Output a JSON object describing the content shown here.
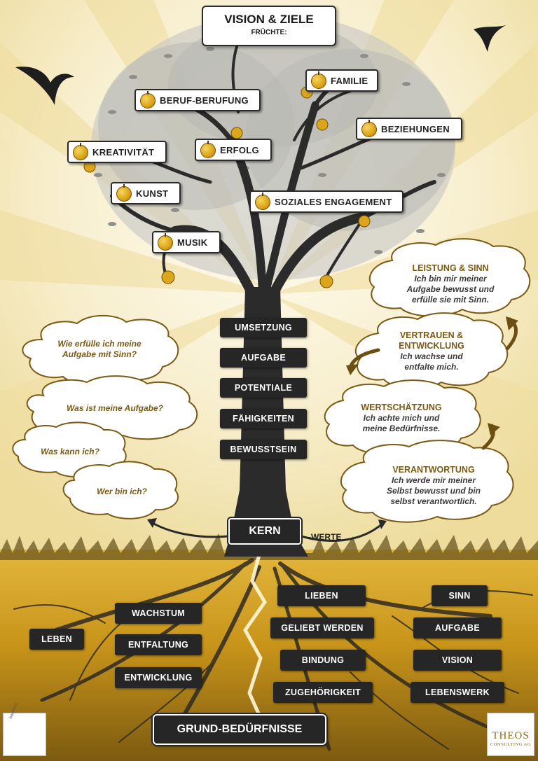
{
  "title": {
    "main": "VISION & ZIELE",
    "sub": "FRÜCHTE:"
  },
  "fruits": {
    "familie": "FAMILIE",
    "beruf": "BERUF-BERUFUNG",
    "beziehungen": "BEZIEHUNGEN",
    "kreativitaet": "KREATIVITÄT",
    "erfolg": "ERFOLG",
    "kunst": "KUNST",
    "soziales": "SOZIALES ENGAGEMENT",
    "musik": "MUSIK"
  },
  "trunk": {
    "umsetzung": "UMSETZUNG",
    "aufgabe": "AUFGABE",
    "potentiale": "POTENTIALE",
    "faehigkeiten": "FÄHIGKEITEN",
    "bewusstsein": "BEWUSSTSEIN"
  },
  "questions": {
    "q1_line1": "Wie erfülle ich meine",
    "q1_line2": "Aufgabe mit Sinn?",
    "q2": "Was ist meine Aufgabe?",
    "q3": "Was kann ich?",
    "q4": "Wer bin ich?"
  },
  "values": {
    "leistung": {
      "title": "LEISTUNG & SINN",
      "l1": "Ich bin mir meiner",
      "l2": "Aufgabe bewusst und",
      "l3": "erfülle sie mit Sinn."
    },
    "vertrauen": {
      "t1": "VERTRAUEN &",
      "t2": "ENTWICKLUNG",
      "l1": "Ich wachse und",
      "l2": "entfalte mich."
    },
    "wertschaetzung": {
      "title": "WERTSCHÄTZUNG",
      "l1": "Ich achte mich und",
      "l2": "meine Bedürfnisse."
    },
    "verantwortung": {
      "title": "VERANTWORTUNG",
      "l1": "Ich werde mir meiner",
      "l2": "Selbst bewusst und bin",
      "l3": "selbst verantwortlich."
    }
  },
  "core": {
    "kern": "KERN",
    "werte": "-WERTE"
  },
  "roots": {
    "leben": "LEBEN",
    "wachstum": "WACHSTUM",
    "entfaltung": "ENTFALTUNG",
    "entwicklung": "ENTWICKLUNG",
    "lieben": "LIEBEN",
    "geliebt": "GELIEBT WERDEN",
    "bindung": "BINDUNG",
    "zugehoerigkeit": "ZUGEHÖRIGKEIT",
    "sinn": "SINN",
    "aufgabe": "AUFGABE",
    "vision": "VISION",
    "lebenswerk": "LEBENSWERK"
  },
  "grund": "GRUND-BEDÜRFNISSE",
  "logos": {
    "left_text": "business",
    "right_name": "THEOS",
    "right_sub": "CONSULTING AG"
  },
  "colors": {
    "gold": "#d8a41e",
    "dark_label": "#262626",
    "cloud_outline": "#7a5a14",
    "leaf": "#9a9a9a"
  }
}
